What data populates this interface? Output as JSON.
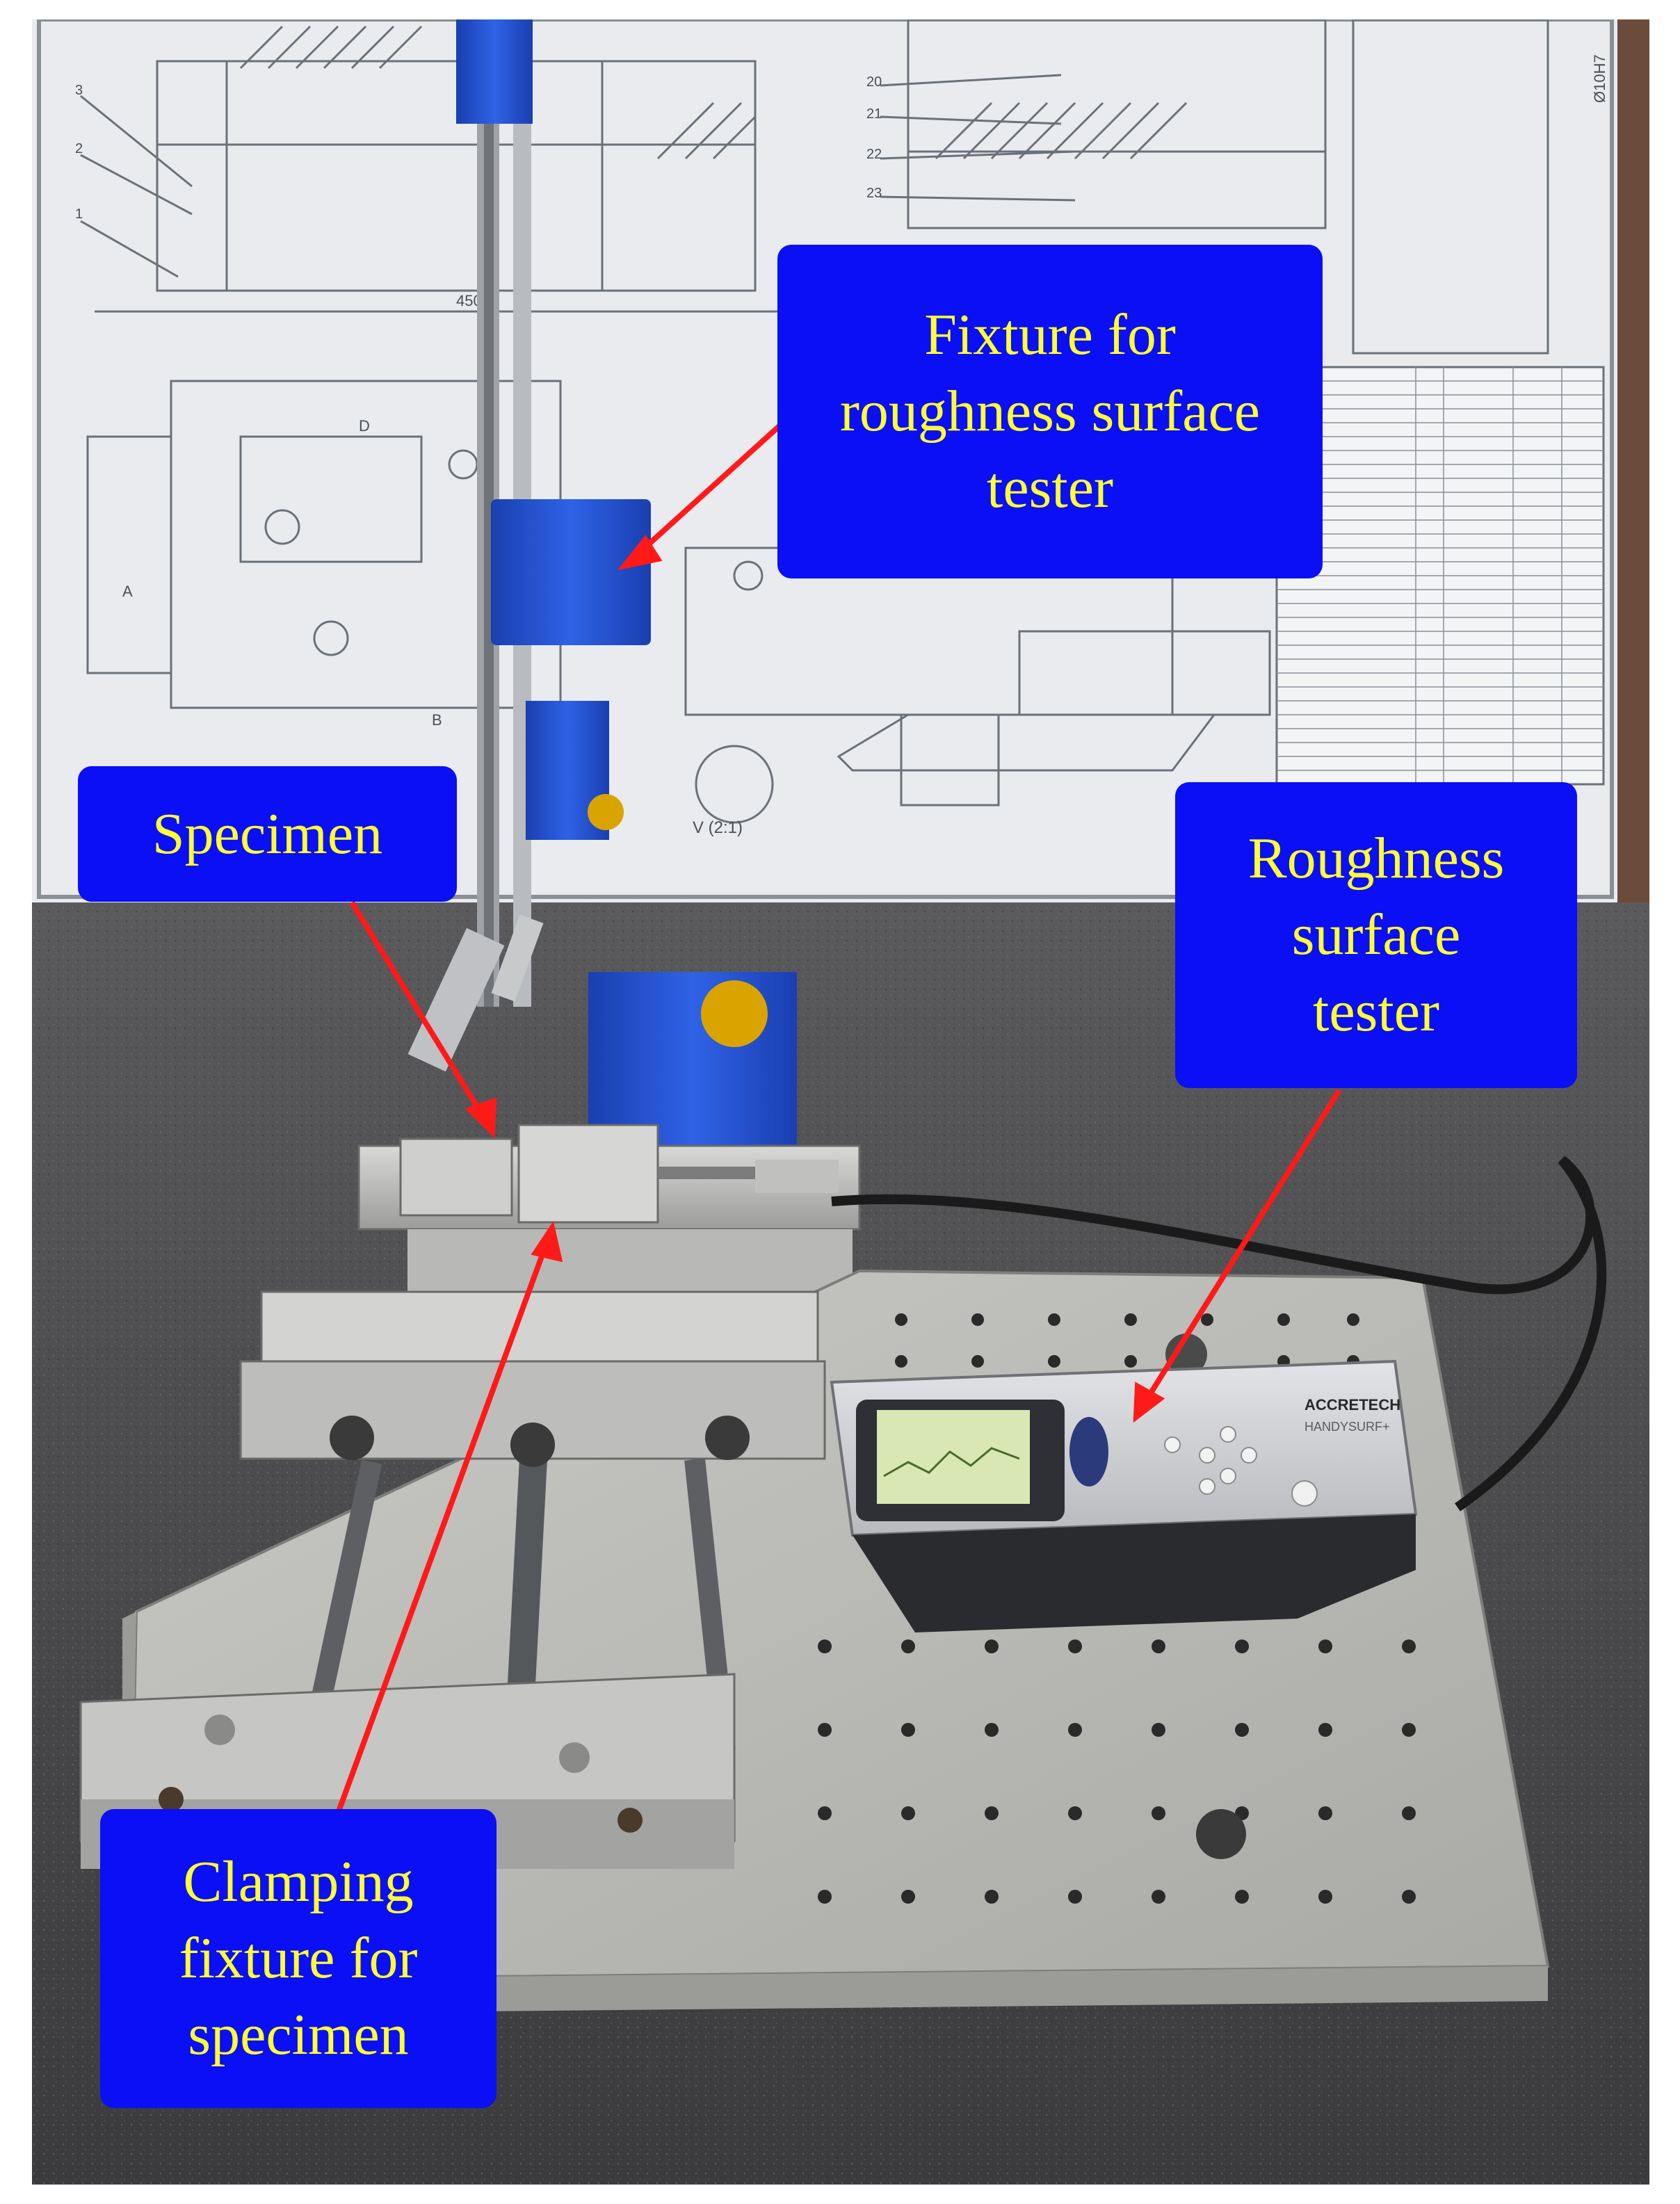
{
  "image": {
    "description_hidden": false
  },
  "callouts": {
    "fixture": {
      "lines": [
        "Fixture for",
        "roughness surface",
        "tester"
      ]
    },
    "specimen": {
      "lines": [
        "Specimen"
      ]
    },
    "tester": {
      "lines": [
        "Roughness",
        "surface",
        "tester"
      ]
    },
    "clamping": {
      "lines": [
        "Clamping",
        "fixture for",
        "specimen"
      ]
    }
  },
  "drawing_marks": {
    "dim_450": "450",
    "view_label": "V (2:1)",
    "section_d": "D",
    "section_b": "B",
    "section_a": "A",
    "part_20": "20",
    "part_21": "21",
    "part_22": "22",
    "part_23": "23",
    "part_1": "1",
    "part_2": "2",
    "part_3": "3",
    "tol": "Ø10H7"
  },
  "device": {
    "brand": "ACCRETECH",
    "model": "HANDYSURF+"
  },
  "colors": {
    "callout_bg": "#0a0ff5",
    "callout_text": "#ffff33",
    "arrow": "#ff1a1a",
    "stand_blue": "#1f4fd1",
    "knob_gold": "#d9a400"
  }
}
